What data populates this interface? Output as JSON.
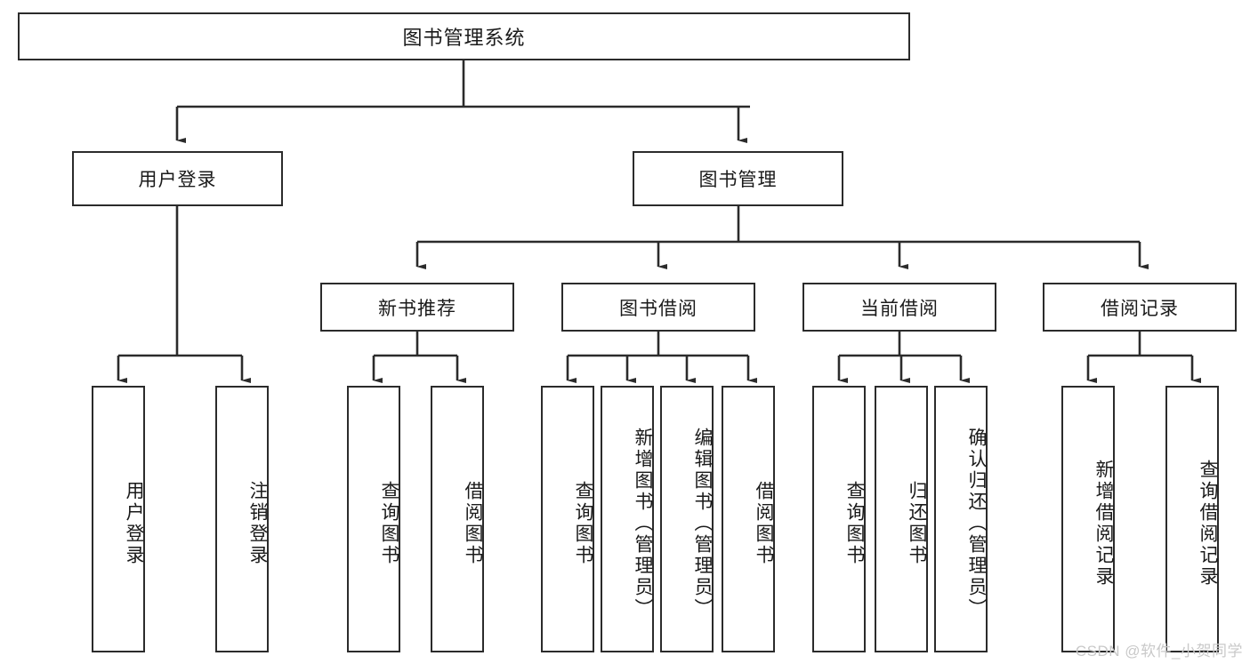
{
  "diagram": {
    "type": "tree-hierarchy",
    "title": "图书管理系统",
    "root": {
      "label": "图书管理系统"
    },
    "level2": [
      {
        "id": "user-login",
        "label": "用户登录"
      },
      {
        "id": "book-manage",
        "label": "图书管理"
      }
    ],
    "level3": [
      {
        "id": "new-book-rec",
        "label": "新书推荐",
        "parent": "book-manage"
      },
      {
        "id": "book-borrow",
        "label": "图书借阅",
        "parent": "book-manage"
      },
      {
        "id": "current-borrow",
        "label": "当前借阅",
        "parent": "book-manage"
      },
      {
        "id": "borrow-record",
        "label": "借阅记录",
        "parent": "book-manage"
      }
    ],
    "leaves": [
      {
        "id": "leaf-user-login",
        "label": "用户登录",
        "parent": "user-login"
      },
      {
        "id": "leaf-logout",
        "label": "注销登录",
        "parent": "user-login"
      },
      {
        "id": "leaf-query-book-1",
        "label": "查询图书",
        "parent": "new-book-rec"
      },
      {
        "id": "leaf-borrow-book-1",
        "label": "借阅图书",
        "parent": "new-book-rec"
      },
      {
        "id": "leaf-query-book-2",
        "label": "查询图书",
        "parent": "book-borrow"
      },
      {
        "id": "leaf-add-book",
        "label": "新增图书（管理员）",
        "parent": "book-borrow"
      },
      {
        "id": "leaf-edit-book",
        "label": "编辑图书（管理员）",
        "parent": "book-borrow"
      },
      {
        "id": "leaf-borrow-book-2",
        "label": "借阅图书",
        "parent": "book-borrow"
      },
      {
        "id": "leaf-query-book-3",
        "label": "查询图书",
        "parent": "current-borrow"
      },
      {
        "id": "leaf-return-book",
        "label": "归还图书",
        "parent": "current-borrow"
      },
      {
        "id": "leaf-confirm-return",
        "label": "确认归还（管理员）",
        "parent": "current-borrow"
      },
      {
        "id": "leaf-add-record",
        "label": "新增借阅记录",
        "parent": "borrow-record"
      },
      {
        "id": "leaf-query-record",
        "label": "查询借阅记录",
        "parent": "borrow-record"
      }
    ],
    "colors": {
      "stroke": "#2b2b2b",
      "fill": "#ffffff",
      "text": "#1a1a1a",
      "watermark": "#c9c9c9"
    }
  },
  "watermark": {
    "text": "CSDN @软件_小贺同学"
  }
}
